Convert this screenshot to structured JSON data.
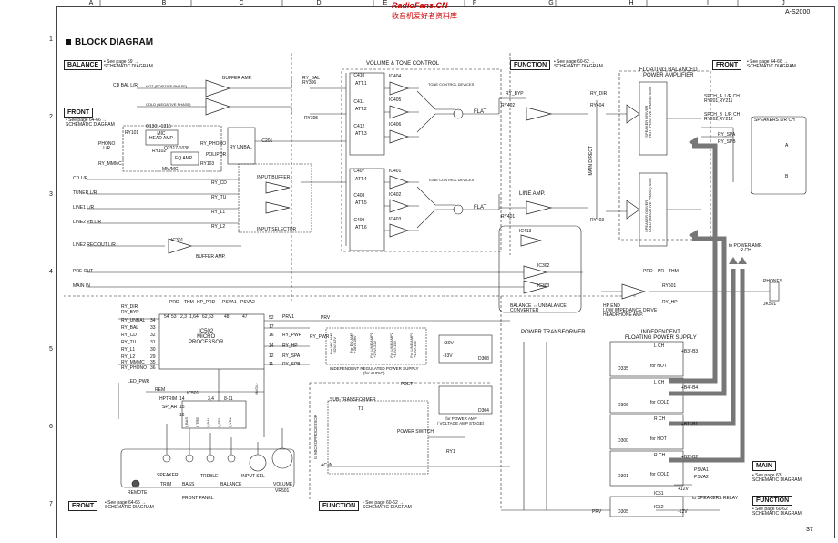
{
  "header": {
    "columns": [
      "A",
      "B",
      "C",
      "D",
      "E",
      "F",
      "G",
      "H",
      "I",
      "J"
    ],
    "rows": [
      "1",
      "2",
      "3",
      "4",
      "5",
      "6",
      "7"
    ],
    "model": "A-S2000",
    "watermark_title": "RadioFans.CN",
    "watermark_sub": "收音机爱好者资料库",
    "page_number": "37"
  },
  "title": "BLOCK DIAGRAM",
  "refs": {
    "balance": {
      "tag": "BALANCE",
      "text": "• See page 59 →\nSCHEMATIC DIAGRAM"
    },
    "front_top": {
      "tag": "FRONT",
      "text": "• See page 64-66 →\nSCHEMATIC DIAGRAM"
    },
    "function_top": {
      "tag": "FUNCTION",
      "text": "• See page 60-62 →\nSCHEMATIC DIAGRAM"
    },
    "front_right": {
      "tag": "FRONT",
      "text": "• See page 64-66 →\nSCHEMATIC DIAGRAM"
    },
    "main": {
      "tag": "MAIN",
      "text": "• See page 63 →\nSCHEMATIC DIAGRAM"
    },
    "function_right": {
      "tag": "FUNCTION",
      "text": "• See page 60-62 →\nSCHEMATIC DIAGRAM"
    },
    "front_bottom": {
      "tag": "FRONT",
      "text": "• See page 64-66 →\nSCHEMATIC DIAGRAM"
    },
    "function_bottom": {
      "tag": "FUNCTION",
      "text": "• See page 60-62 →\nSCHEMATIC DIAGRAM"
    }
  },
  "inputs": {
    "cd_bal": "CD BAL L/R",
    "hot": "HOT (POSITIVE PHASE)",
    "cold": "COLD (NEGATIVE PHASE)",
    "phono": "PHONO\nL/R",
    "ry_mmmc": "RY_MMMC",
    "cd": "CD L/R",
    "tuner": "TUNER L/R",
    "line1": "LINE1 L/R",
    "line2pb": "LINE2 PB L/R",
    "line2rec": "LINE2 REC OUT L/R",
    "pre_out": "PRE OUT",
    "main_in": "MAIN IN"
  },
  "blocks": {
    "buffer_amp": "BUFFER AMP.",
    "buffer_amp2": "BUFFER AMP.",
    "ic301": "IC301",
    "mic_head": "MIC\nHEAD AMP",
    "q1301": "Q1301-1316",
    "q2317": "Q2317-1036",
    "eq_amp": "EQ AMP",
    "ry101": "RY101",
    "ry102": "RY102",
    "ry103": "RY103",
    "ry_phono": "RY_PHONO",
    "polipor": "POLIPOR",
    "mmmc": "MM/MC",
    "ry_bal": "RY_BAL\nRY306",
    "ry305": "RY305",
    "ry_unbal": "RY UNBAL",
    "ic201": "IC201",
    "input_buffer": "INPUT BUFFER",
    "input_selector": "INPUT SELECTOR",
    "ry_labels": [
      "RY_CD",
      "RY_TU",
      "RY_L1",
      "RY_L2"
    ],
    "vol_tone": "VOLUME & TONE CONTROL",
    "att": [
      "ATT.1",
      "ATT.2",
      "ATT.3",
      "ATT.4",
      "ATT.5",
      "ATT.6"
    ],
    "ic_att_top": [
      "IC410",
      "IC411",
      "IC412",
      "IC407",
      "IC408",
      "IC409"
    ],
    "ic_att_right": [
      "IC404",
      "IC405",
      "IC406",
      "IC401",
      "IC402",
      "IC403"
    ],
    "tone_devices": "TONE CONTROL DEVICES",
    "flat": "FLAT",
    "ry402": "RY402",
    "ry401": "RY401",
    "ry_byp": "RY_BYP",
    "line_amp": "LINE AMP.",
    "ry_dir": "RY_DIR",
    "ry404": "RY404",
    "ry403": "RY403",
    "main_direct": "MAIN DIRECT",
    "ic413": "IC413",
    "ic302": "IC302",
    "ic303": "IC303",
    "balance_conv": "BALANCE ⇔ UNBALANCE\nCONVERTER",
    "fbpa": "FLOATING BALANCED\nPOWER AMPLIFIER",
    "spk_hot": "SPEAKER DRIVER\nHOT (POSITIVE PHASE) SIDE",
    "spk_cold": "SPEAKER DRIVER\nCOLD (NEGATIVE PHASE) SIDE",
    "spch_a": "SPCH_A  L/R CH\nRY201,RY211",
    "spch_b": "SPCH_B  L/R CH\nRY202,RY212",
    "ry_spa": "RY_SPA",
    "ry_spb": "RY_SPB",
    "speakers": "SPEAKERS L/R CH",
    "spk_a": "A",
    "spk_b": "B",
    "to_power": "to POWER AMP.\nR CH",
    "phones": "PHONES",
    "jk501": "JK501",
    "prd": "PRD",
    "pr": "PR",
    "thm": "THM",
    "hp_end": "HP END\nLOW IMPEDANCE DRIVE\nHEADPHONE AMP.",
    "ry501": "RY501",
    "ry_hp": "RY_HP",
    "ic502": "IC502\nMICRO\nPROCESSOR",
    "mp_left": [
      "RY_DIR",
      "RY_BYP",
      "RY_UNBAL",
      "RY_BAL",
      "RY_CD",
      "RY_TU",
      "RY_L1",
      "RY_L2",
      "RY_MMMC",
      "RY_PHONO"
    ],
    "mp_left_pins": [
      "54",
      "53",
      "34",
      "33",
      "32",
      "31",
      "30",
      "29",
      "35",
      "36"
    ],
    "mp_top": [
      "PRD",
      "THM",
      "HP_PRD",
      "PSVA1",
      "PSVA2"
    ],
    "mp_top_pins": [
      "2,3",
      "1,64",
      "62,63",
      "48",
      "47"
    ],
    "mp_right": [
      "PRV1",
      "RY_PWR",
      "RY_HP",
      "RY_SPA",
      "RY_SPB"
    ],
    "mp_right_pins": [
      "52",
      "17",
      "16",
      "14",
      "12",
      "11"
    ],
    "led_pwr": "LED_PWR",
    "rem": "REM",
    "ic501": "IC501",
    "hptrim": "HPTRIM",
    "sp_ar": "SP_AR",
    "ic501_pins": [
      "14",
      "15",
      "16",
      "3,4",
      "8-11"
    ],
    "ic501_sub": [
      "I_BAS",
      "I_TRE",
      "I_BAL",
      "I_SEL",
      "I_VOL"
    ],
    "mvol": "MVOL+",
    "front_panel": "FRONT PANEL",
    "remote": "REMOTE",
    "speaker": "SPEAKER",
    "trim": "TRIM",
    "bass": "BASS",
    "treble": "TREBLE",
    "balance": "BALANCE",
    "input_sel": "INPUT SEL",
    "volume": "VOLUME",
    "vr501": "VR501",
    "prv": "PRV",
    "psu_rails": [
      "For MIC AMP\n+32V/-32V",
      "For EQ AMP\n+28V/-28V",
      "For LINE AMP1\n+22V/-22V",
      "For LINE AMP2\n+15V/-15V",
      "For LINE AMP3\n+15V/-15V"
    ],
    "indep_reg": "INDEPENDENT REGULATED POWER SUPPLY\n(for AUDIO)",
    "pdet": "PDET",
    "v30": "+30V",
    "v33": "-33V",
    "d308": "D308",
    "d304": "D304",
    "v_amp": "(for POWER AMP\n/ VOLTAGE AMP STAGE)",
    "sub_trans": "SUB-TRANSFORMER",
    "t1": "T1",
    "to_micro": "to MICROPROCESSOR",
    "power_switch": "POWER SWITCH",
    "ac_in": "AC IN",
    "ry1": "RY1",
    "ry_pwr": "RY_PWR",
    "power_trans": "POWER TRANSFORMER",
    "indep_float": "INDEPENDENT\nFLOATING POWER SUPPLY",
    "lch": "L CH",
    "rch": "R CH",
    "for_hot": "for HOT",
    "for_cold": "for COLD",
    "d_hot_l": "D335",
    "d_cold_l": "D306",
    "d_hot_r": "D300",
    "d_cold_r": "D301",
    "d_last": "D305",
    "b_labels": [
      "+B3/-B3",
      "+B4/-B4",
      "+B1/-B1",
      "+B2/-B2"
    ],
    "psva1": "PSVA1",
    "psva2": "PSVA2",
    "ic51": "IC51",
    "ic52": "IC52",
    "v12": "+12V",
    "vm12": "-12V",
    "to_spk_relay": "to SPEAKERS RELAY",
    "prv_bottom": "PRV"
  }
}
